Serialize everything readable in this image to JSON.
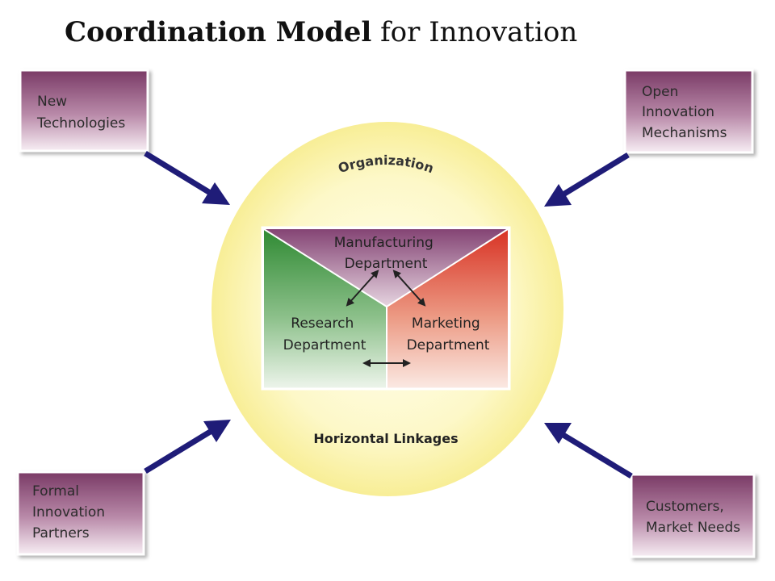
{
  "title": {
    "bold": "Coordination Model",
    "light": " for Innovation"
  },
  "organization": {
    "label": "Organization",
    "linkage_label": "Horizontal Linkages",
    "circle_color": "#fbf3a3"
  },
  "departments": {
    "manufacturing": {
      "line1": "Manufacturing",
      "line2": "Department",
      "color": "#8a4a78"
    },
    "research": {
      "line1": "Research",
      "line2": "Department",
      "color": "#3f8f3f"
    },
    "marketing": {
      "line1": "Marketing",
      "line2": "Department",
      "color": "#d9402e"
    }
  },
  "external_inputs": [
    {
      "id": "new-technologies",
      "lines": [
        "New",
        "Technologies"
      ]
    },
    {
      "id": "open-innovation",
      "lines": [
        "Open",
        "Innovation",
        "Mechanisms"
      ]
    },
    {
      "id": "formal-partners",
      "lines": [
        "Formal",
        "Innovation",
        "Partners"
      ]
    },
    {
      "id": "customers",
      "lines": [
        "Customers,",
        "Market Needs"
      ]
    }
  ],
  "colors": {
    "box_top": "#7a3a66",
    "box_bottom": "#f7eef4",
    "arrow": "#1f1c78"
  }
}
